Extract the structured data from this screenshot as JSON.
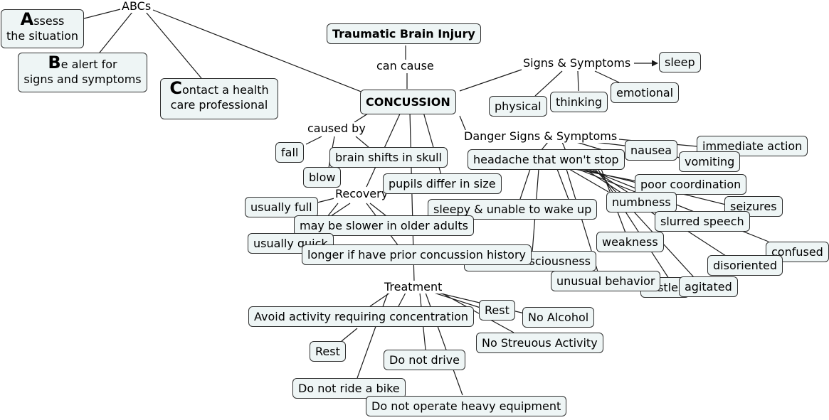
{
  "abcs": {
    "label": "ABCs",
    "assess": {
      "initial": "A",
      "rest": "ssess",
      "line2": "the situation"
    },
    "alert": {
      "initial": "B",
      "rest": "e alert for",
      "line2": "signs and symptoms"
    },
    "contact": {
      "initial": "C",
      "rest": "ontact a health",
      "line2": "care professional"
    }
  },
  "tbi": {
    "title": "Traumatic Brain Injury",
    "link": "can cause"
  },
  "concussion": {
    "title": "CONCUSSION"
  },
  "signs": {
    "label": "Signs & Symptoms",
    "sleep": "sleep",
    "physical": "physical",
    "thinking": "thinking",
    "emotional": "emotional"
  },
  "causes": {
    "label": "caused by",
    "fall": "fall",
    "blow": "blow",
    "brain_shift": "brain shifts in skull"
  },
  "recovery": {
    "label": "Recovery",
    "usually_full": "usually full",
    "older_adults": "may be slower in older adults",
    "usually_quick": "usually quick",
    "prior_history": "longer if have prior concussion history"
  },
  "danger": {
    "label": "Danger Signs & Symptoms",
    "headache": "headache that won't stop",
    "nausea": "nausea",
    "immediate_action": "immediate action",
    "vomiting": "vomiting",
    "pupils": "pupils differ in size",
    "poor_coordination": "poor coordination",
    "numbness": "numbness",
    "seizures": "seizures",
    "sleepy": "sleepy & unable to wake up",
    "slurred_speech": "slurred speech",
    "weakness": "weakness",
    "confused": "confused",
    "consciousness": "sciousness",
    "disoriented": "disoriented",
    "unusual_behavior": "unusual behavior",
    "restless": "restles",
    "agitated": "agitated"
  },
  "treatment": {
    "label": "Treatment",
    "avoid_concentration": "Avoid activity requiring concentration",
    "rest_1": "Rest",
    "no_alcohol": "No Alcohol",
    "no_strenuous": "No Streuous Activity",
    "rest_2": "Rest",
    "no_drive": "Do not drive",
    "no_bike": "Do not ride a bike",
    "no_heavy_equipment": "Do not operate heavy equipment"
  }
}
